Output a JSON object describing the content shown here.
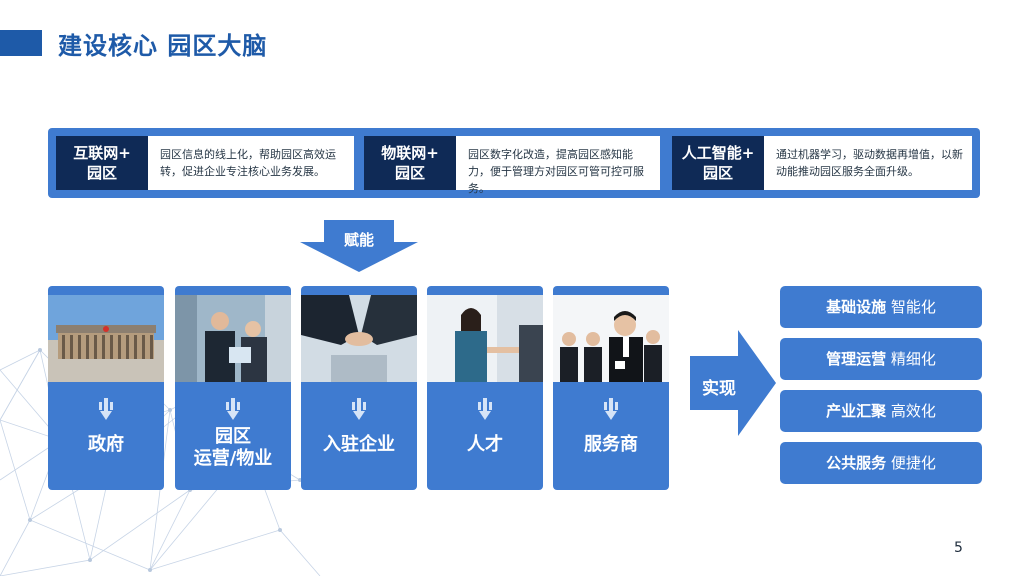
{
  "slide": {
    "title": "建设核心 园区大脑",
    "page_number": "5"
  },
  "top_pairs": [
    {
      "label_line1": "互联网+",
      "label_line2": "园区",
      "desc": "园区信息的线上化，帮助园区高效运转，促进企业专注核心业务发展。"
    },
    {
      "label_line1": "物联网+",
      "label_line2": "园区",
      "desc": "园区数字化改造，提高园区感知能力，便于管理方对园区可管可控可服务。"
    },
    {
      "label_line1": "人工智能+",
      "label_line2": "园区",
      "desc": "通过机器学习，驱动数据再增值，以新动能推动园区服务全面升级。"
    }
  ],
  "enable_arrow_label": "赋能",
  "cards": [
    {
      "label": "政府",
      "label_line2": ""
    },
    {
      "label": "园区",
      "label_line2": "运营/物业"
    },
    {
      "label": "入驻企业",
      "label_line2": ""
    },
    {
      "label": "人才",
      "label_line2": ""
    },
    {
      "label": "服务商",
      "label_line2": ""
    }
  ],
  "realize_arrow_label": "实现",
  "results": [
    {
      "bold": "基础设施",
      "normal": "智能化"
    },
    {
      "bold": "管理运营",
      "normal": "精细化"
    },
    {
      "bold": "产业汇聚",
      "normal": "高效化"
    },
    {
      "bold": "公共服务",
      "normal": "便捷化"
    }
  ],
  "colors": {
    "primary": "#1e5aa8",
    "card_blue": "#3f7bd0",
    "dark_navy": "#0f2a56"
  },
  "icons": {
    "card_icon": "down-arrow-hand-icon"
  }
}
